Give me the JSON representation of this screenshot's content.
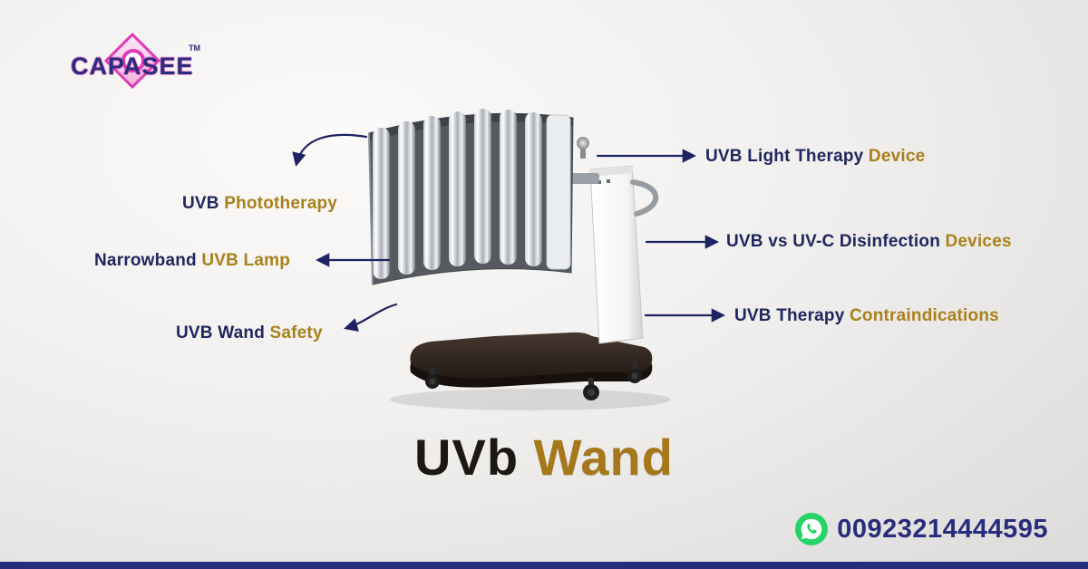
{
  "colors": {
    "navy": "#20265f",
    "gold": "#a9801c",
    "brand-navy": "#2b2d7e",
    "pink": "#e03ab5",
    "wa-green": "#25D366",
    "bar-navy": "#272c7c",
    "title-dark": "#1c1914",
    "title-gold": "#a5781b"
  },
  "logo": {
    "brand": "CAPASEE",
    "tm": "TM",
    "icon": "diamond-ring-icon"
  },
  "annotations": {
    "left": [
      {
        "part_navy": "UVB",
        "part_gold": " Phototherapy"
      },
      {
        "part_navy": "Narrowband",
        "part_gold": " UVB Lamp"
      },
      {
        "part_navy": "UVB Wand",
        "part_gold": " Safety"
      }
    ],
    "right": [
      {
        "part_navy": "UVB Light Therapy",
        "part_gold": " Device"
      },
      {
        "part_navy": "UVB vs UV-C Disinfection",
        "part_gold": " Devices"
      },
      {
        "part_navy": "UVB Therapy",
        "part_gold": " Contraindications"
      }
    ]
  },
  "title": {
    "part_dark": "UVb",
    "part_gold": " Wand"
  },
  "contact": {
    "phone": "00923214444595",
    "icon": "whatsapp-icon"
  }
}
